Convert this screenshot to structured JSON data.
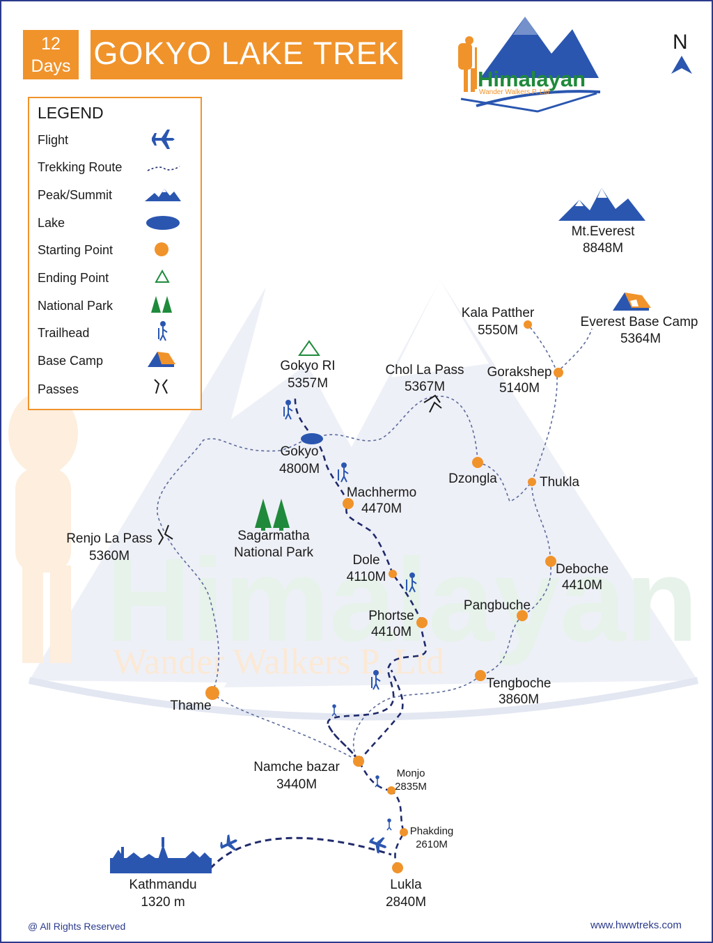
{
  "header": {
    "days_number": "12",
    "days_label": "Days",
    "title": "GOKYO LAKE  TREK"
  },
  "brand": {
    "name": "Himalayan",
    "tagline": "Wander Walkers P. Ltd",
    "watermark_name": "Himalayan",
    "watermark_tagline": "Wander Walkers P. Ltd"
  },
  "north_label": "N",
  "legend": {
    "title": "LEGEND",
    "items": [
      {
        "label": "Flight",
        "icon": "plane-icon"
      },
      {
        "label": "Trekking Route",
        "icon": "dashed-route-icon"
      },
      {
        "label": "Peak/Summit",
        "icon": "mountain-icon"
      },
      {
        "label": "Lake",
        "icon": "lake-icon"
      },
      {
        "label": "Starting Point",
        "icon": "orange-dot-icon"
      },
      {
        "label": "Ending Point",
        "icon": "green-triangle-icon"
      },
      {
        "label": "National Park",
        "icon": "tree-icon"
      },
      {
        "label": "Trailhead",
        "icon": "hiker-icon"
      },
      {
        "label": "Base Camp",
        "icon": "tent-icon"
      },
      {
        "label": "Passes",
        "icon": "pass-icon"
      }
    ]
  },
  "places": {
    "everest_name": "Mt.Everest",
    "everest_alt": "8848M",
    "kala_name": "Kala Patther",
    "kala_alt": "5550M",
    "ebc_name": "Everest Base Camp",
    "ebc_alt": "5364M",
    "gorakshep_name": "Gorakshep",
    "gorakshep_alt": "5140M",
    "chola_name": "Chol La Pass",
    "chola_alt": "5367M",
    "gokyori_name": "Gokyo RI",
    "gokyori_alt": "5357M",
    "gokyo_name": "Gokyo",
    "gokyo_alt": "4800M",
    "dzongla_name": "Dzongla",
    "thukla_name": "Thukla",
    "machhermo_name": "Machhermo",
    "machhermo_alt": "4470M",
    "renjo_name": "Renjo La Pass",
    "renjo_alt": "5360M",
    "park_line1": "Sagarmatha",
    "park_line2": "National Park",
    "dole_name": "Dole",
    "dole_alt": "4110M",
    "deboche_name": "Deboche",
    "deboche_alt": "4410M",
    "pangbuche_name": "Pangbuche",
    "phortse_name": "Phortse",
    "phortse_alt": "4410M",
    "tengboche_name": "Tengboche",
    "tengboche_alt": "3860M",
    "thame_name": "Thame",
    "namche_name": "Namche bazar",
    "namche_alt": "3440M",
    "monjo_name": "Monjo",
    "monjo_alt": "2835M",
    "phakding_name": "Phakding",
    "phakding_alt": "2610M",
    "kathmandu_name": "Kathmandu",
    "kathmandu_alt": "1320 m",
    "lukla_name": "Lukla",
    "lukla_alt": "2840M"
  },
  "colors": {
    "orange": "#f0932b",
    "navy": "#2a3a8c",
    "route_dark": "#1f2a6b",
    "route_light": "#5a6a9a",
    "green": "#1f8a3b",
    "watermark_green": "#e6f2ea"
  },
  "footer": {
    "rights": "@ All Rights Reserved",
    "website": "www.hwwtreks.com"
  }
}
